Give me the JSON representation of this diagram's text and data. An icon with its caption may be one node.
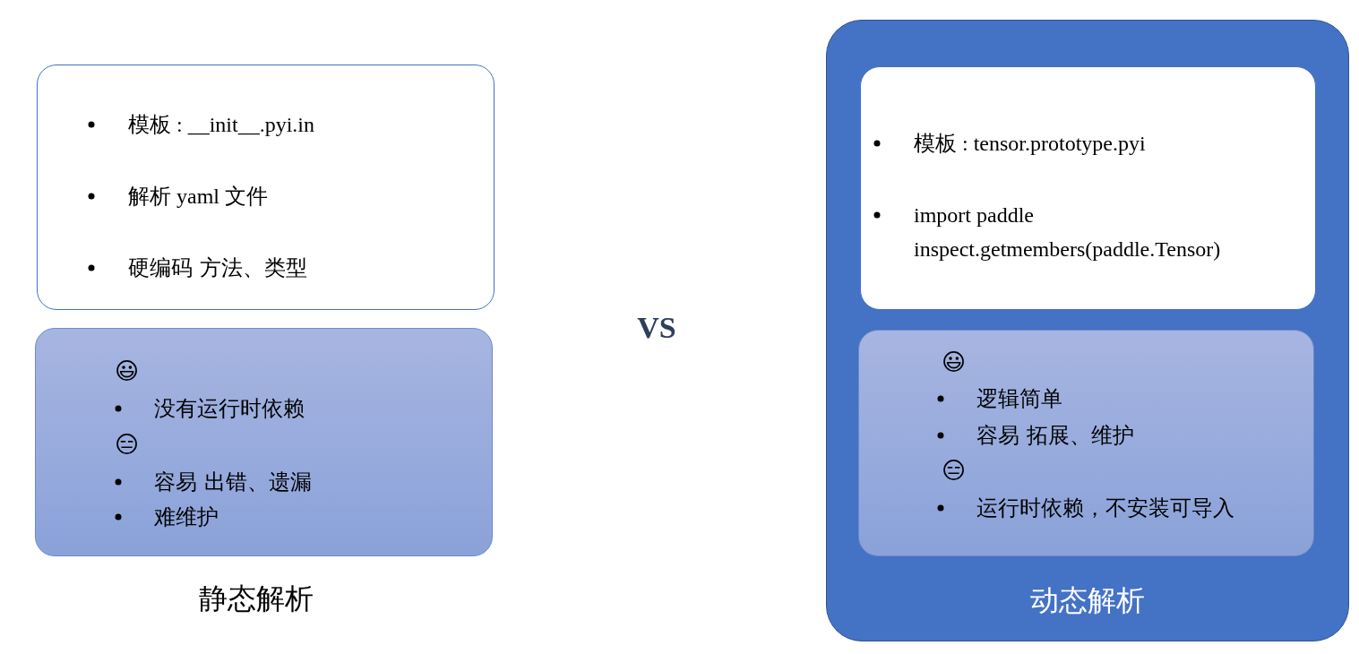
{
  "diagram": {
    "nodes": [
      {
        "text": [
          "模板 : __init__.pyi.in",
          "解析 yaml 文件",
          "硬编码 方法、类型"
        ]
      },
      {
        "text": [
          "😃",
          "没有运行时依赖",
          "😑",
          "容易 出错、遗漏",
          "难维护"
        ]
      },
      {
        "text": [
          "动态解析"
        ]
      },
      {
        "text": [
          "模板 : tensor.prototype.pyi",
          "import paddle inspect.getmembers(paddle.Tensor)"
        ],
        "in": 2
      },
      {
        "text": [
          "😃",
          "逻辑简单",
          "容易 拓展、维护",
          "😑",
          "运行时依赖，不安装可导入"
        ],
        "in": 2
      }
    ],
    "labels": [
      "VS",
      "静态解析"
    ]
  }
}
